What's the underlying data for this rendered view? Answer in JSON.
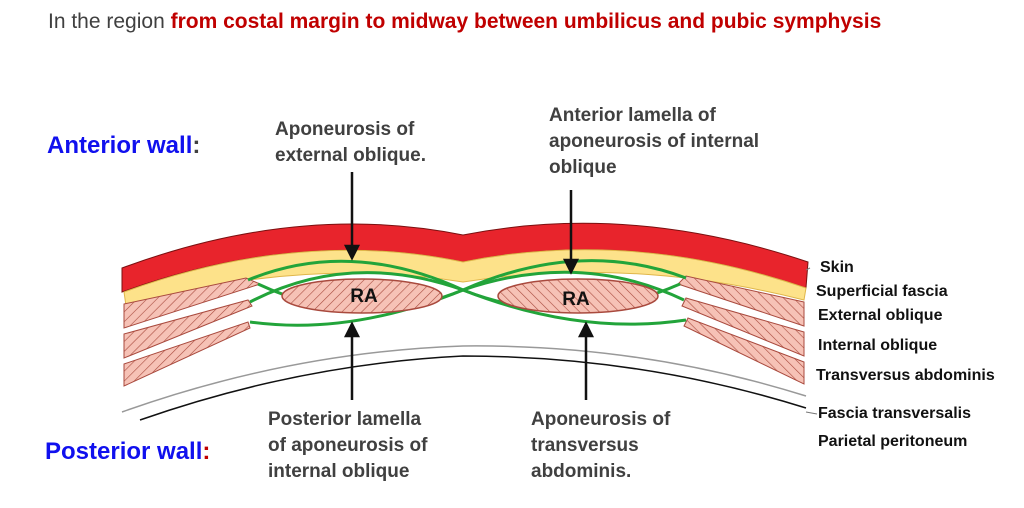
{
  "intro": {
    "prefix": "In the region ",
    "highlight": "from costal margin to midway between umbilicus and pubic symphysis"
  },
  "walls": {
    "anterior": "Anterior wall",
    "posterior": "Posterior wall",
    "colon": ":"
  },
  "labels": {
    "external_oblique_aponeurosis": [
      "Aponeurosis of",
      "external oblique."
    ],
    "anterior_lamella": [
      "Anterior lamella of",
      "aponeurosis of internal",
      "oblique"
    ],
    "posterior_lamella": [
      "Posterior lamella",
      "of aponeurosis of",
      "internal oblique"
    ],
    "transversus_aponeurosis": [
      "Aponeurosis of",
      "transversus",
      "abdominis."
    ]
  },
  "ra_label": "RA",
  "layers": [
    "Skin",
    "Superficial fascia",
    "External oblique",
    "Internal oblique",
    "Transversus abdominis",
    "Fascia transversalis",
    "Parietal peritoneum"
  ],
  "colors": {
    "skin": "#e8242c",
    "superficial_fascia": "#fde28a",
    "fascia_green": "#22a43a",
    "muscle_fill": "#f6c2b6",
    "muscle_stroke": "#a94a3e",
    "anterior_text": "#1010ee",
    "highlight_text": "#c00000"
  }
}
